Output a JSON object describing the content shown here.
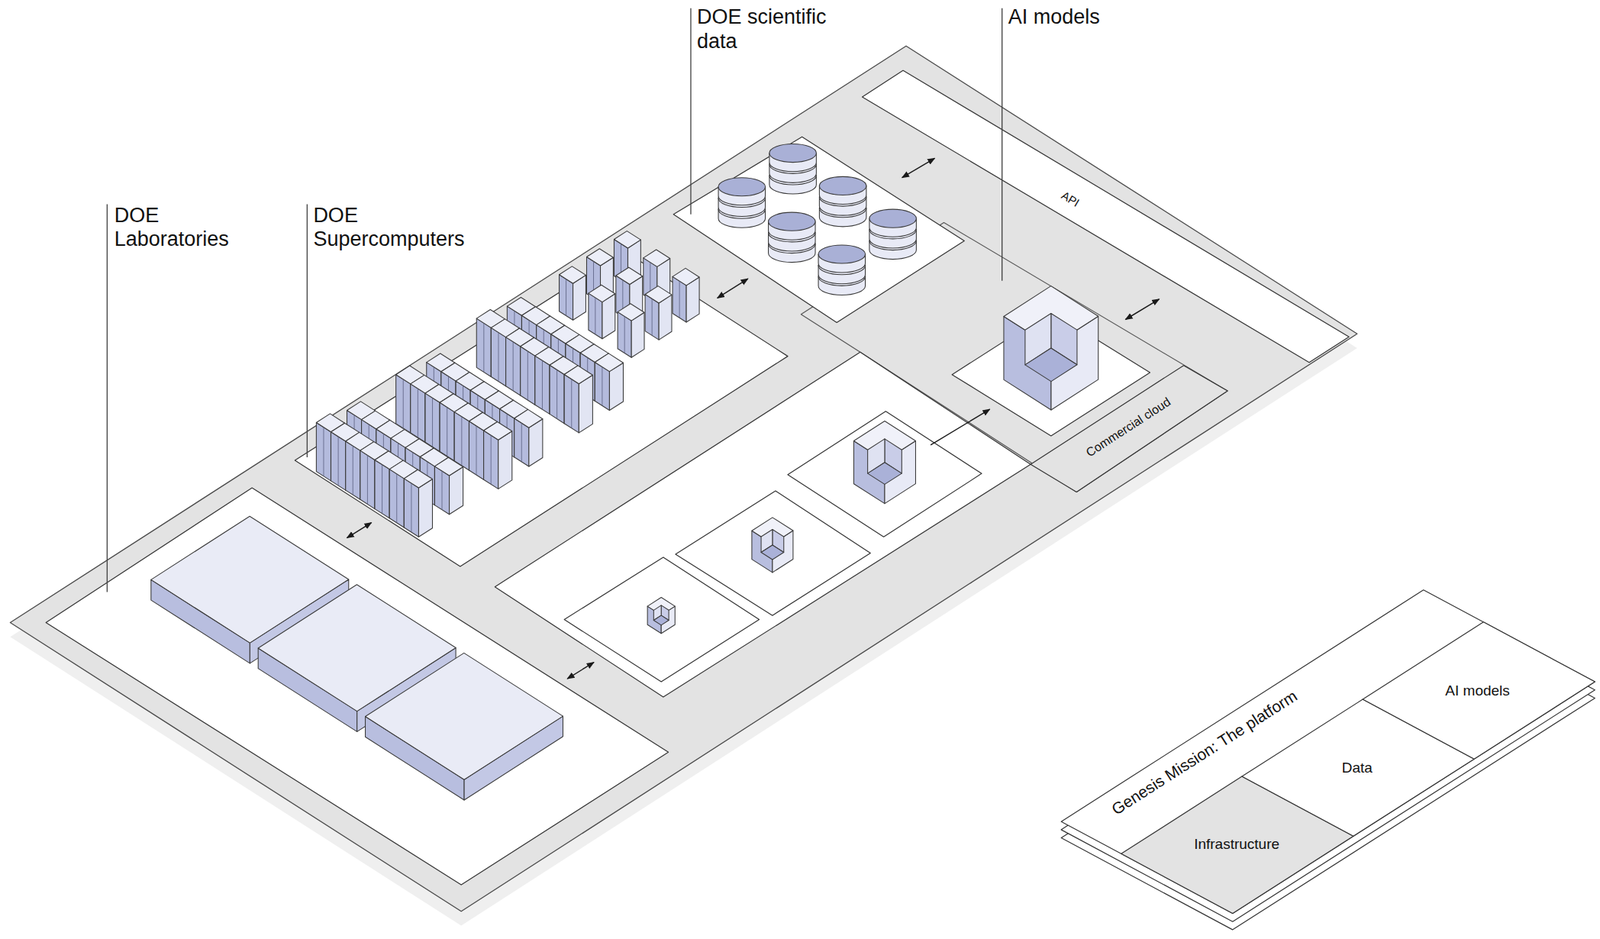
{
  "diagram": {
    "nodes": [
      {
        "text": [
          "API"
        ]
      },
      {
        "text": [
          "Commercial cloud"
        ]
      },
      {
        "text": [
          "Genesis Mission: The platform"
        ]
      },
      {
        "text": [
          "Infrastructure"
        ],
        "in": 2
      },
      {
        "text": [
          "Data"
        ],
        "in": 2
      },
      {
        "text": [
          "AI models"
        ],
        "in": 2
      }
    ],
    "labels": [
      "DOE Laboratories",
      "DOE Supercomputers",
      "DOE scientific data",
      "AI models"
    ]
  }
}
